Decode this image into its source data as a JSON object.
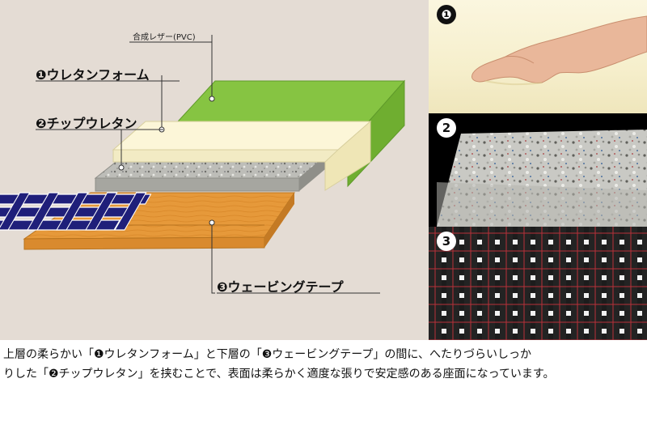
{
  "diagram": {
    "pvc_label": "合成レザー(PVC)",
    "urethane_foam_label": "❶ウレタンフォーム",
    "chip_urethane_label": "❷チップウレタン",
    "webbing_tape_label": "❸ウェービングテープ"
  },
  "photos": {
    "foam_badge": "❶",
    "chip_badge": "2",
    "webbing_badge": "3"
  },
  "caption": {
    "line1": "上層の柔らかい「❶ウレタンフォーム」と下層の「❸ウェービングテープ」の間に、へたりづらいしっか",
    "line2": "りした「❷チップウレタン」を挟むことで、表面は柔らかく適度な張りで安定感のある座面になっています。"
  },
  "colors": {
    "panel_bg": "#e4dcd4",
    "pvc_green": "#86c442",
    "foam_cream": "#fcf6d8",
    "chip_gray": "#b9b9b4",
    "webbing_navy": "#1f1f7a",
    "wood_orange": "#e59a3c"
  }
}
